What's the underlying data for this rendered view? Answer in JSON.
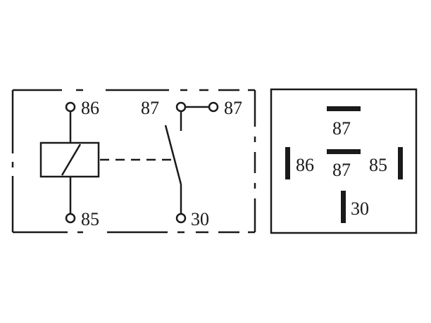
{
  "schematic": {
    "terminals": {
      "coil_top": "86",
      "coil_bottom": "85",
      "nc": "87",
      "no": "87",
      "common": "30"
    }
  },
  "pinout": {
    "pins": {
      "top": "87",
      "left": "86",
      "center": "87",
      "right": "85",
      "bottom": "30"
    }
  },
  "colors": {
    "ink": "#1a1a1a",
    "background": "#ffffff"
  }
}
